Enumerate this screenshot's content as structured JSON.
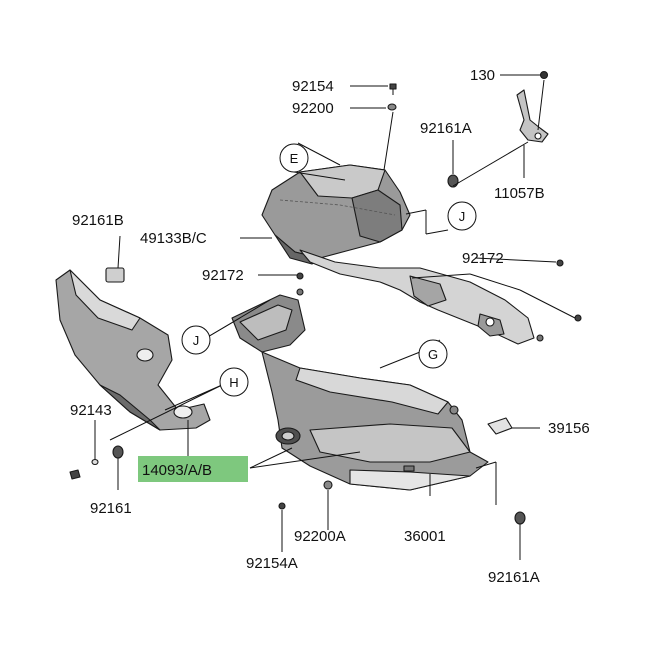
{
  "parts": {
    "p92154": "92154",
    "p92200": "92200",
    "p130": "130",
    "p92161A_top": "92161A",
    "p11057B": "11057B",
    "p49133": "49133B/C",
    "p92161B": "92161B",
    "p92172_left": "92172",
    "p92172_right": "92172",
    "p92143": "92143",
    "p14093": "14093/A/B",
    "p92161": "92161",
    "p39156": "39156",
    "p36001": "36001",
    "p92200A": "92200A",
    "p92154A": "92154A",
    "p92161A_bottom": "92161A"
  },
  "callouts": {
    "E": "E",
    "J_right": "J",
    "J_left": "J",
    "H": "H",
    "G": "G"
  },
  "colors": {
    "highlight": "#7ec87e",
    "shell_dark": "#8f8f8f",
    "shell_mid": "#bdbdbd",
    "shell_light": "#e3e3e3",
    "line": "#111111"
  }
}
